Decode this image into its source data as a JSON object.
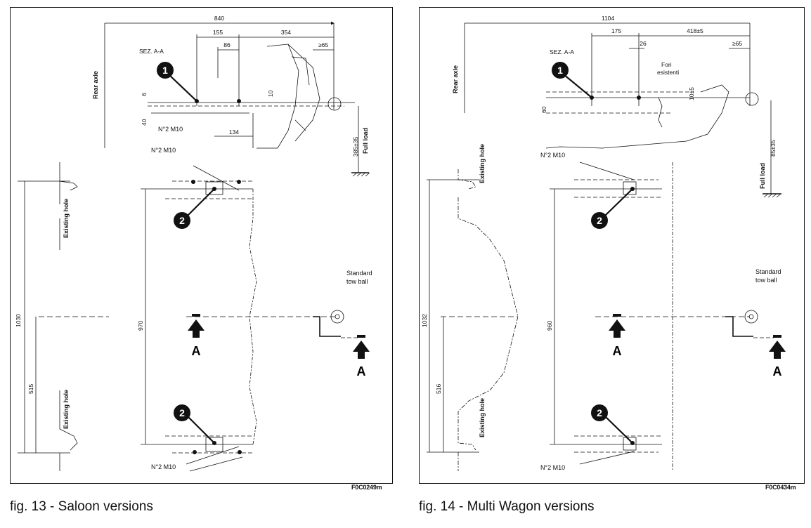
{
  "figures": [
    {
      "caption": "fig. 13 - Saloon versions",
      "code": "F0C0249m",
      "labels": {
        "rear_axle": "Rear axle",
        "section": "SEZ. A-A",
        "full_load": "Full load",
        "bolts_top": "N°2 M10",
        "bolts_mid": "N°2 M10",
        "bolts_bottom": "N°2 M10",
        "existing_hole_top": "Existing hole",
        "existing_hole_bottom": "Existing hole",
        "tow_ball_1": "Standard",
        "tow_ball_2": "tow ball",
        "callout_1": "1",
        "callout_2": "2",
        "section_mark": "A"
      },
      "dimensions": {
        "overall": "840",
        "d155": "155",
        "d86": "86",
        "d354": "354",
        "clearance": "≥65",
        "d6": "6",
        "d10": "10",
        "d40": "40",
        "d134": "134",
        "height": "385±35",
        "spacing": "1030",
        "half": "515",
        "inner": "970"
      }
    },
    {
      "caption": "fig. 14 - Multi Wagon versions",
      "code": "F0C0434m",
      "labels": {
        "rear_axle": "Rear axle",
        "section": "SEZ. A-A",
        "full_load": "Full load",
        "holes": "Fori esistenti",
        "holes_2": "esistenti",
        "holes_1": "Fori",
        "bolts_top": "N°2 M10",
        "bolts_bottom": "N°2 M10",
        "existing_hole_top": "Existing hole",
        "existing_hole_bottom": "Existing hole",
        "tow_ball_1": "Standard",
        "tow_ball_2": "tow ball",
        "callout_1": "1",
        "callout_2": "2",
        "section_mark": "A"
      },
      "dimensions": {
        "overall": "1104",
        "d175": "175",
        "d26": "26",
        "d418": "418±5",
        "clearance": "≥65",
        "d10": "10±5",
        "d60": "60",
        "height": "85±35",
        "spacing": "1032",
        "half": "516",
        "inner": "960"
      }
    }
  ]
}
